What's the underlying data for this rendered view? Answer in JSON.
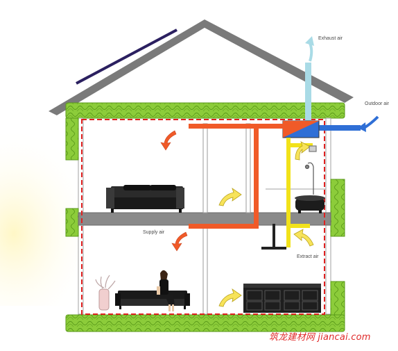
{
  "labels": {
    "exhaust_air": "Exhaust air",
    "outdoor_air": "Outdoor air",
    "supply_air": "Supply air",
    "extract_air": "Extract air"
  },
  "watermark": "筑龙建材网 jiancai.com",
  "colors": {
    "insulation": "#8ccc3a",
    "wall_gray": "#8a8a8a",
    "roof_gray": "#7a7a7a",
    "supply_duct": "#f05a28",
    "extract_duct": "#f2e21a",
    "exhaust_duct": "#a9dbe6",
    "outdoor_duct": "#2f6fd6",
    "airtight_line": "#e02020",
    "solar_panel": "#2b2060"
  },
  "icons": [
    "solar-panel-icon",
    "heat-recovery-unit-icon",
    "bed-icon",
    "sofa-icon",
    "person-icon",
    "bathtub-icon",
    "shower-icon",
    "plant-icon",
    "kitchen-cabinet-icon",
    "cooker-hood-icon"
  ]
}
